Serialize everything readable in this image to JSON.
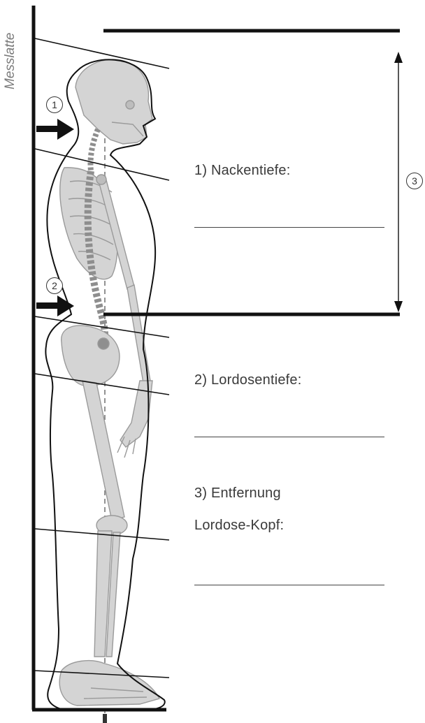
{
  "ruler_label": "Messlatte",
  "markers": {
    "neck": "1",
    "lordosis": "2",
    "distance": "3"
  },
  "fields": {
    "neck_depth_label": "1) Nackentiefe:",
    "lordosis_depth_label": "2) Lordosentiefe:",
    "distance_label_line1": "3) Entfernung",
    "distance_label_line2": "Lordose-Kopf:"
  }
}
